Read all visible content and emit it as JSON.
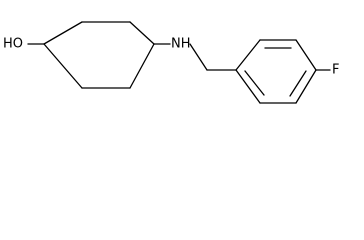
{
  "molecule": {
    "atoms": {
      "oh": "HO",
      "nh": "NH",
      "f": "F"
    }
  }
}
